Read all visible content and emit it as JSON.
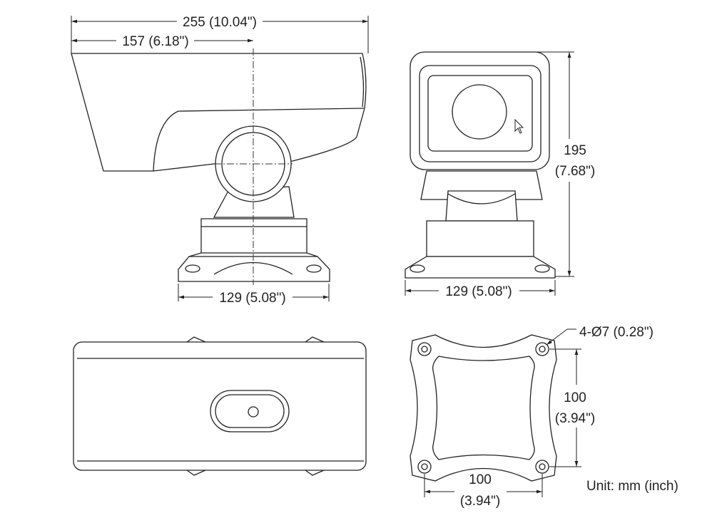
{
  "side_view": {
    "overall_length": "255 (10.04\")",
    "pivot_offset": "157 (6.18\")",
    "base_width": "129 (5.08\")"
  },
  "front_view": {
    "height_mm": "195",
    "height_in": "(7.68\")",
    "base_width": "129 (5.08\")"
  },
  "mount_plate": {
    "holes": "4-Ø7 (0.28\")",
    "vertical_mm": "100",
    "vertical_in": "(3.94\")",
    "horizontal_mm": "100",
    "horizontal_in": "(3.94\")"
  },
  "unit_note": "Unit: mm (inch)"
}
